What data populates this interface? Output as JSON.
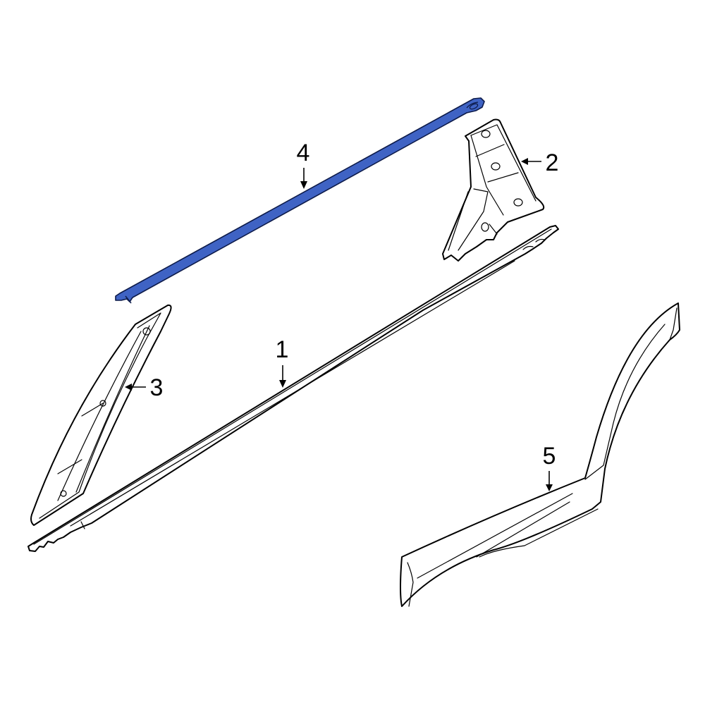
{
  "diagram": {
    "type": "exploded parts diagram",
    "highlight_color": "#3f63c4",
    "line_color": "#000000",
    "background": "#ffffff",
    "callouts": [
      {
        "id": "1",
        "label": "1",
        "part": "rocker / lower door molding strip",
        "pointer": "down"
      },
      {
        "id": "2",
        "label": "2",
        "part": "center pillar trim (B-pillar)",
        "pointer": "left"
      },
      {
        "id": "3",
        "label": "3",
        "part": "front pillar trim (A-pillar)",
        "pointer": "left"
      },
      {
        "id": "4",
        "label": "4",
        "part": "roof / window molding (highlighted)",
        "pointer": "down",
        "highlighted": true
      },
      {
        "id": "5",
        "label": "5",
        "part": "rear quarter / wheel-arch trim",
        "pointer": "down"
      }
    ]
  }
}
